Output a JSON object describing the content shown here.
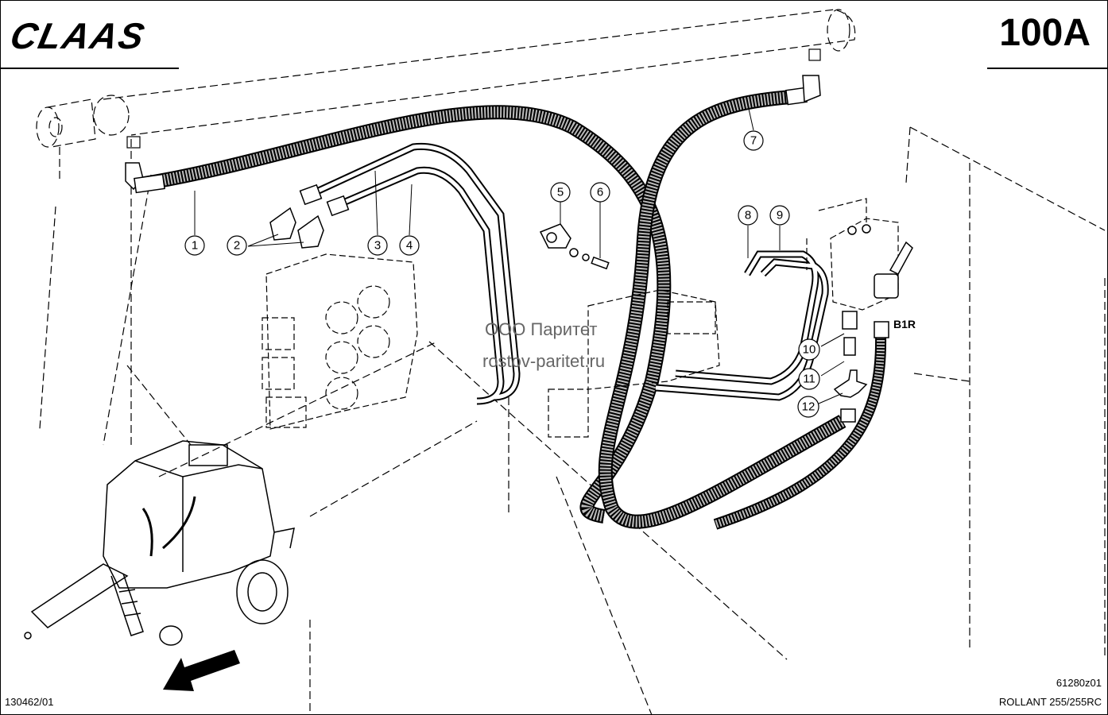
{
  "header": {
    "logo_text": "CLAAS",
    "page_number": "100A"
  },
  "footer": {
    "document_number": "130462/01",
    "figure_number": "61280z01",
    "model": "ROLLANT 255/255RC"
  },
  "watermark": {
    "line1": "ООО Паритет",
    "line2": "rostov-paritet.ru"
  },
  "callouts": [
    "1",
    "2",
    "3",
    "4",
    "5",
    "6",
    "7",
    "8",
    "9",
    "10",
    "11",
    "12"
  ],
  "port_label": "B1R"
}
